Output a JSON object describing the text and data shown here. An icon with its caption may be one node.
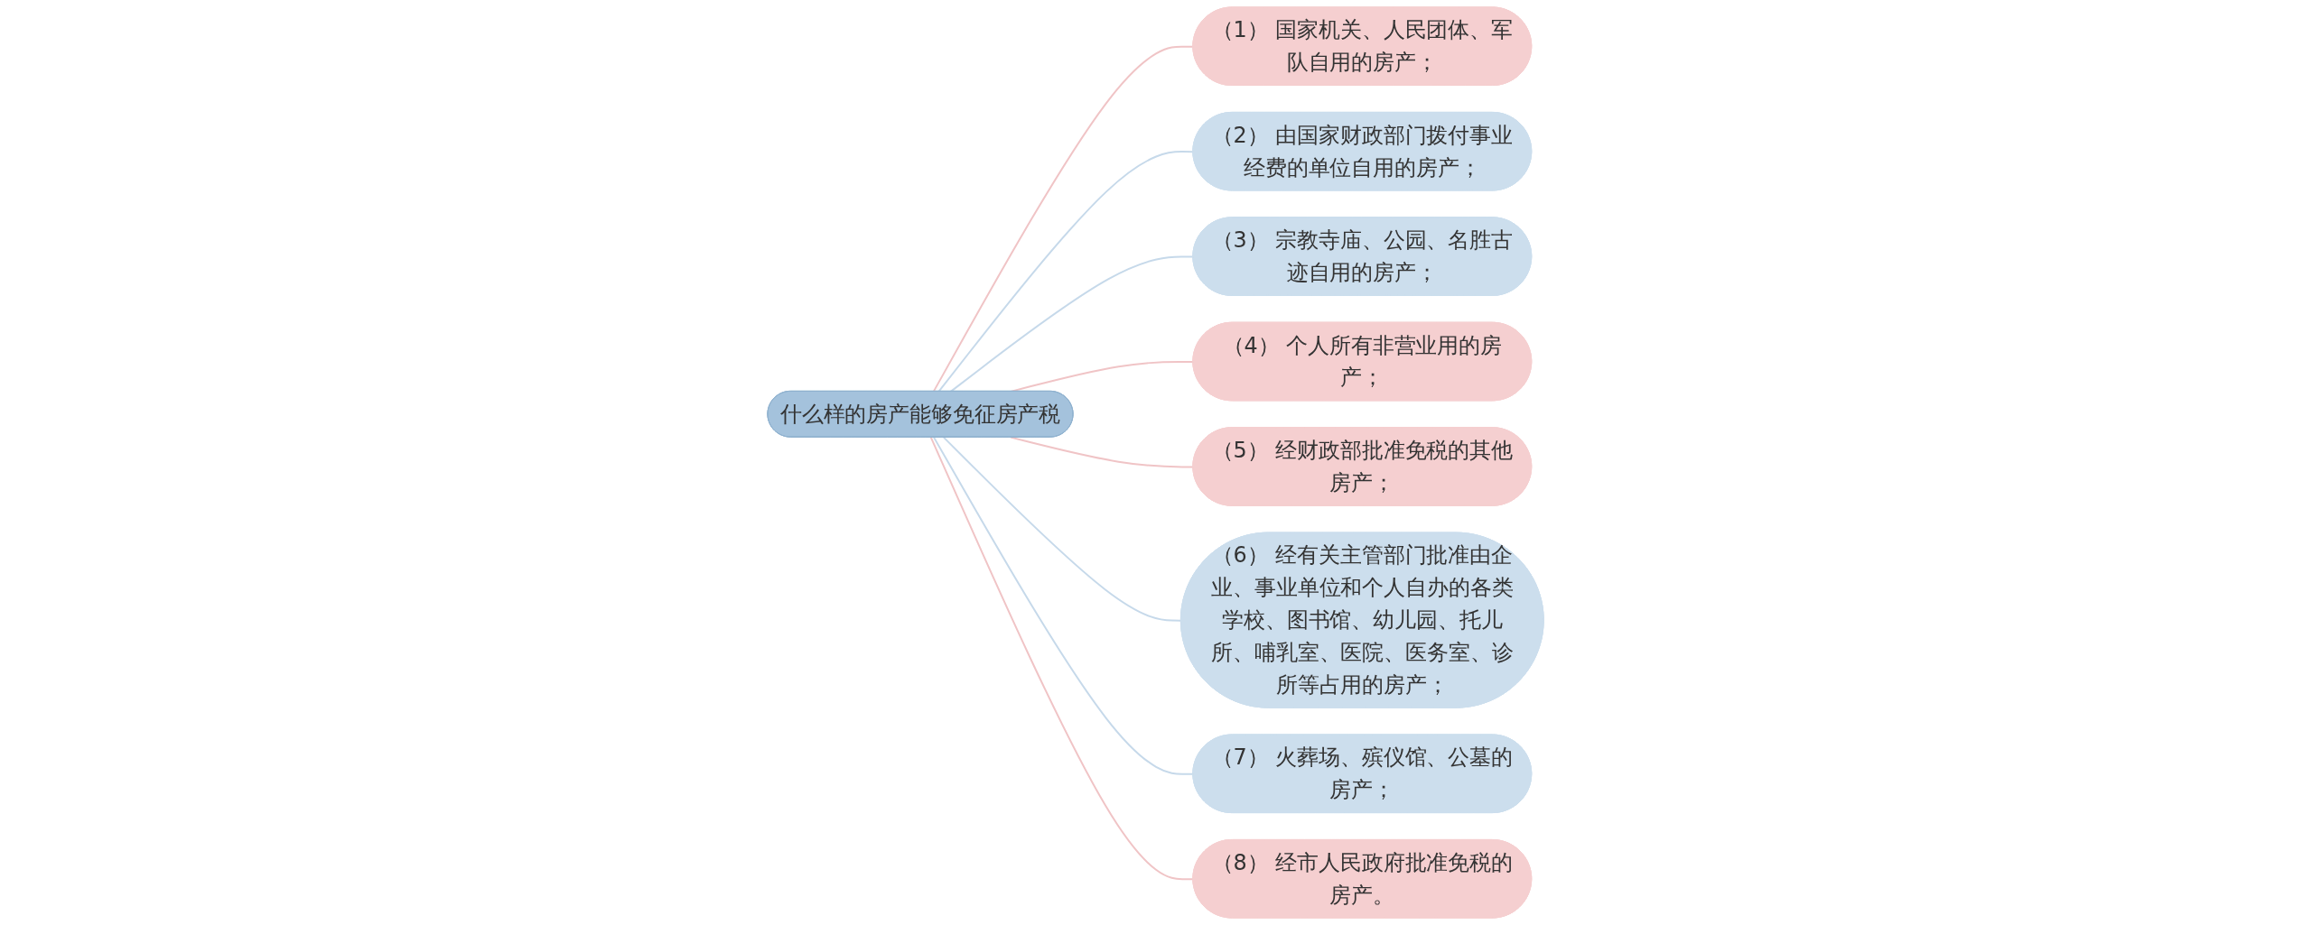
{
  "diagram": {
    "nodes": [
      {
        "text": [
          "什么样的房产能够免征房产税"
        ]
      },
      {
        "text": [
          "（1） 国家机关、人民团体、军队自用的房产；"
        ]
      },
      {
        "text": [
          "（2） 由国家财政部门拨付事业经费的单位自用的房产；"
        ]
      },
      {
        "text": [
          "（3） 宗教寺庙、公园、名胜古迹自用的房产；"
        ]
      },
      {
        "text": [
          "（4） 个人所有非营业用的房产；"
        ]
      },
      {
        "text": [
          "（5） 经财政部批准免税的其他房产；"
        ]
      },
      {
        "text": [
          "（6） 经有关主管部门批准由企业、事业单位和个人自办的各类学校、图书馆、幼儿园、托儿所、哺乳室、医院、医务室、诊所等占用的房产；"
        ]
      },
      {
        "text": [
          "（7） 火葬场、殡仪馆、公墓的房产；"
        ]
      },
      {
        "text": [
          "（8） 经市人民政府批准免税的房产。"
        ]
      }
    ],
    "edges": [
      {
        "from": 0,
        "to": 1,
        "arrow": "none",
        "color": "#f0c4c6"
      },
      {
        "from": 0,
        "to": 2,
        "arrow": "none",
        "color": "#c6d9ea"
      },
      {
        "from": 0,
        "to": 3,
        "arrow": "none",
        "color": "#c6d9ea"
      },
      {
        "from": 0,
        "to": 4,
        "arrow": "none",
        "color": "#f0c4c6"
      },
      {
        "from": 0,
        "to": 5,
        "arrow": "none",
        "color": "#f0c4c6"
      },
      {
        "from": 0,
        "to": 6,
        "arrow": "none",
        "color": "#c6d9ea"
      },
      {
        "from": 0,
        "to": 7,
        "arrow": "none",
        "color": "#c6d9ea"
      },
      {
        "from": 0,
        "to": 8,
        "arrow": "none",
        "color": "#f0c4c6"
      }
    ]
  }
}
